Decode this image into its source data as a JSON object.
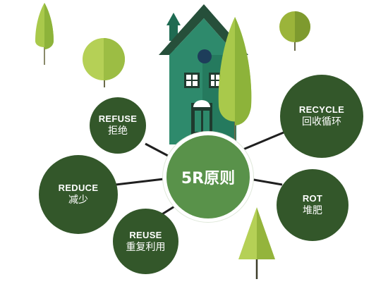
{
  "center": {
    "label": "5R原则"
  },
  "nodes": [
    {
      "id": "refuse",
      "en": "REFUSE",
      "zh": "拒绝"
    },
    {
      "id": "reduce",
      "en": "REDUCE",
      "zh": "减少"
    },
    {
      "id": "reuse",
      "en": "REUSE",
      "zh": "重复利用"
    },
    {
      "id": "recycle",
      "en": "RECYCLE",
      "zh": "回收循环"
    },
    {
      "id": "rot",
      "en": "ROT",
      "zh": "堆肥"
    }
  ],
  "colors": {
    "node_dark": "#33572a",
    "center": "#59924a",
    "house_wall": "#2e8a6c",
    "house_roof": "#264f3a",
    "tree_light": "#a9c94b",
    "tree_mid": "#8db33a",
    "tree_olive": "#7e9a2e",
    "connector": "#1f1f1f"
  }
}
